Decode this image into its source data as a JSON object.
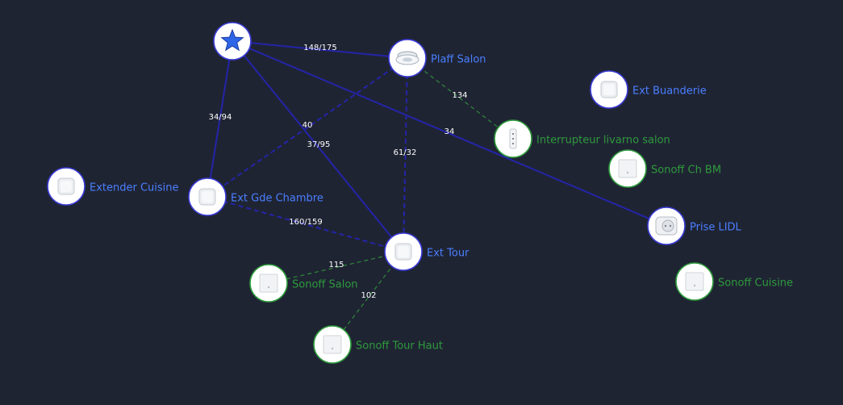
{
  "colors": {
    "background": "#1f2433",
    "router_link": "#2424a8",
    "end_device_link": "#2e8b3a",
    "router_border": "#3b3bd6",
    "end_device_border": "#2e9a3c",
    "router_label": "#4a7fff",
    "end_device_label": "#2e9a3c",
    "coordinator_star": "#2f66e8"
  },
  "nodes": [
    {
      "id": "coordinator",
      "label": "",
      "role": "coordinator",
      "icon": "star-icon"
    },
    {
      "id": "plaff_salon",
      "label": "Plaff Salon",
      "role": "router",
      "icon": "ceiling-light-icon"
    },
    {
      "id": "ext_buanderie",
      "label": "Ext Buanderie",
      "role": "router",
      "icon": "extender-icon"
    },
    {
      "id": "interrupteur",
      "label": "Interrupteur livarno salon",
      "role": "end_device",
      "icon": "remote-switch-icon"
    },
    {
      "id": "sonoff_ch_bm",
      "label": "Sonoff Ch BM",
      "role": "end_device",
      "icon": "sensor-icon"
    },
    {
      "id": "extender_cuisine",
      "label": "Extender Cuisine",
      "role": "router",
      "icon": "extender-icon"
    },
    {
      "id": "ext_gde_chambre",
      "label": "Ext Gde Chambre",
      "role": "router",
      "icon": "extender-icon"
    },
    {
      "id": "prise_lidl",
      "label": "Prise LIDL",
      "role": "router",
      "icon": "plug-icon"
    },
    {
      "id": "ext_tour",
      "label": "Ext Tour",
      "role": "router",
      "icon": "extender-icon"
    },
    {
      "id": "sonoff_salon",
      "label": "Sonoff Salon",
      "role": "end_device",
      "icon": "sensor-icon"
    },
    {
      "id": "sonoff_cuisine",
      "label": "Sonoff Cuisine",
      "role": "end_device",
      "icon": "sensor-icon"
    },
    {
      "id": "sonoff_tour_haut",
      "label": "Sonoff Tour Haut",
      "role": "end_device",
      "icon": "sensor-icon"
    }
  ],
  "links": [
    {
      "source": "coordinator",
      "target": "plaff_salon",
      "label": "148/175",
      "type": "router"
    },
    {
      "source": "coordinator",
      "target": "ext_gde_chambre",
      "label": "34/94",
      "type": "router"
    },
    {
      "source": "coordinator",
      "target": "ext_tour",
      "label": "37/95",
      "type": "router"
    },
    {
      "source": "coordinator",
      "target": "prise_lidl",
      "label": "34",
      "type": "router"
    },
    {
      "source": "plaff_salon",
      "target": "ext_gde_chambre",
      "label": "40",
      "type": "router"
    },
    {
      "source": "plaff_salon",
      "target": "ext_tour",
      "label": "61/32",
      "type": "router"
    },
    {
      "source": "plaff_salon",
      "target": "interrupteur",
      "label": "134",
      "type": "end_device"
    },
    {
      "source": "ext_gde_chambre",
      "target": "ext_tour",
      "label": "160/159",
      "type": "router"
    },
    {
      "source": "ext_tour",
      "target": "sonoff_salon",
      "label": "115",
      "type": "end_device"
    },
    {
      "source": "ext_tour",
      "target": "sonoff_tour_haut",
      "label": "102",
      "type": "end_device"
    }
  ]
}
